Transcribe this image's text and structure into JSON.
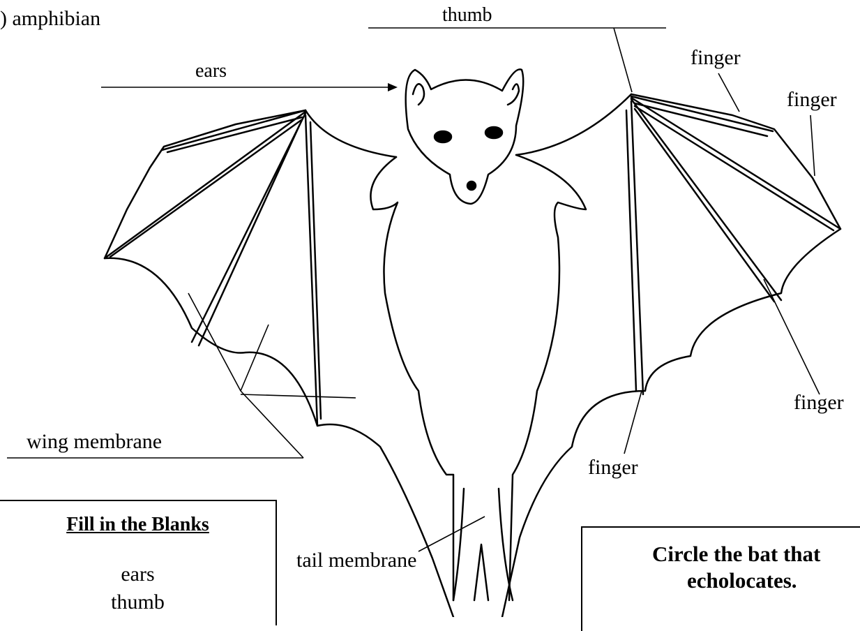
{
  "header_fragment": ") amphibian",
  "labels": {
    "thumb": "thumb",
    "ears": "ears",
    "finger_1": "finger",
    "finger_2": "finger",
    "finger_3": "finger",
    "finger_4": "finger",
    "wing_membrane": "wing membrane",
    "tail_membrane": "tail membrane"
  },
  "fill_blanks": {
    "title": "Fill in the Blanks",
    "words": [
      "ears",
      "thumb"
    ]
  },
  "question": {
    "line1": "Circle the bat that",
    "line2": "echolocates."
  }
}
